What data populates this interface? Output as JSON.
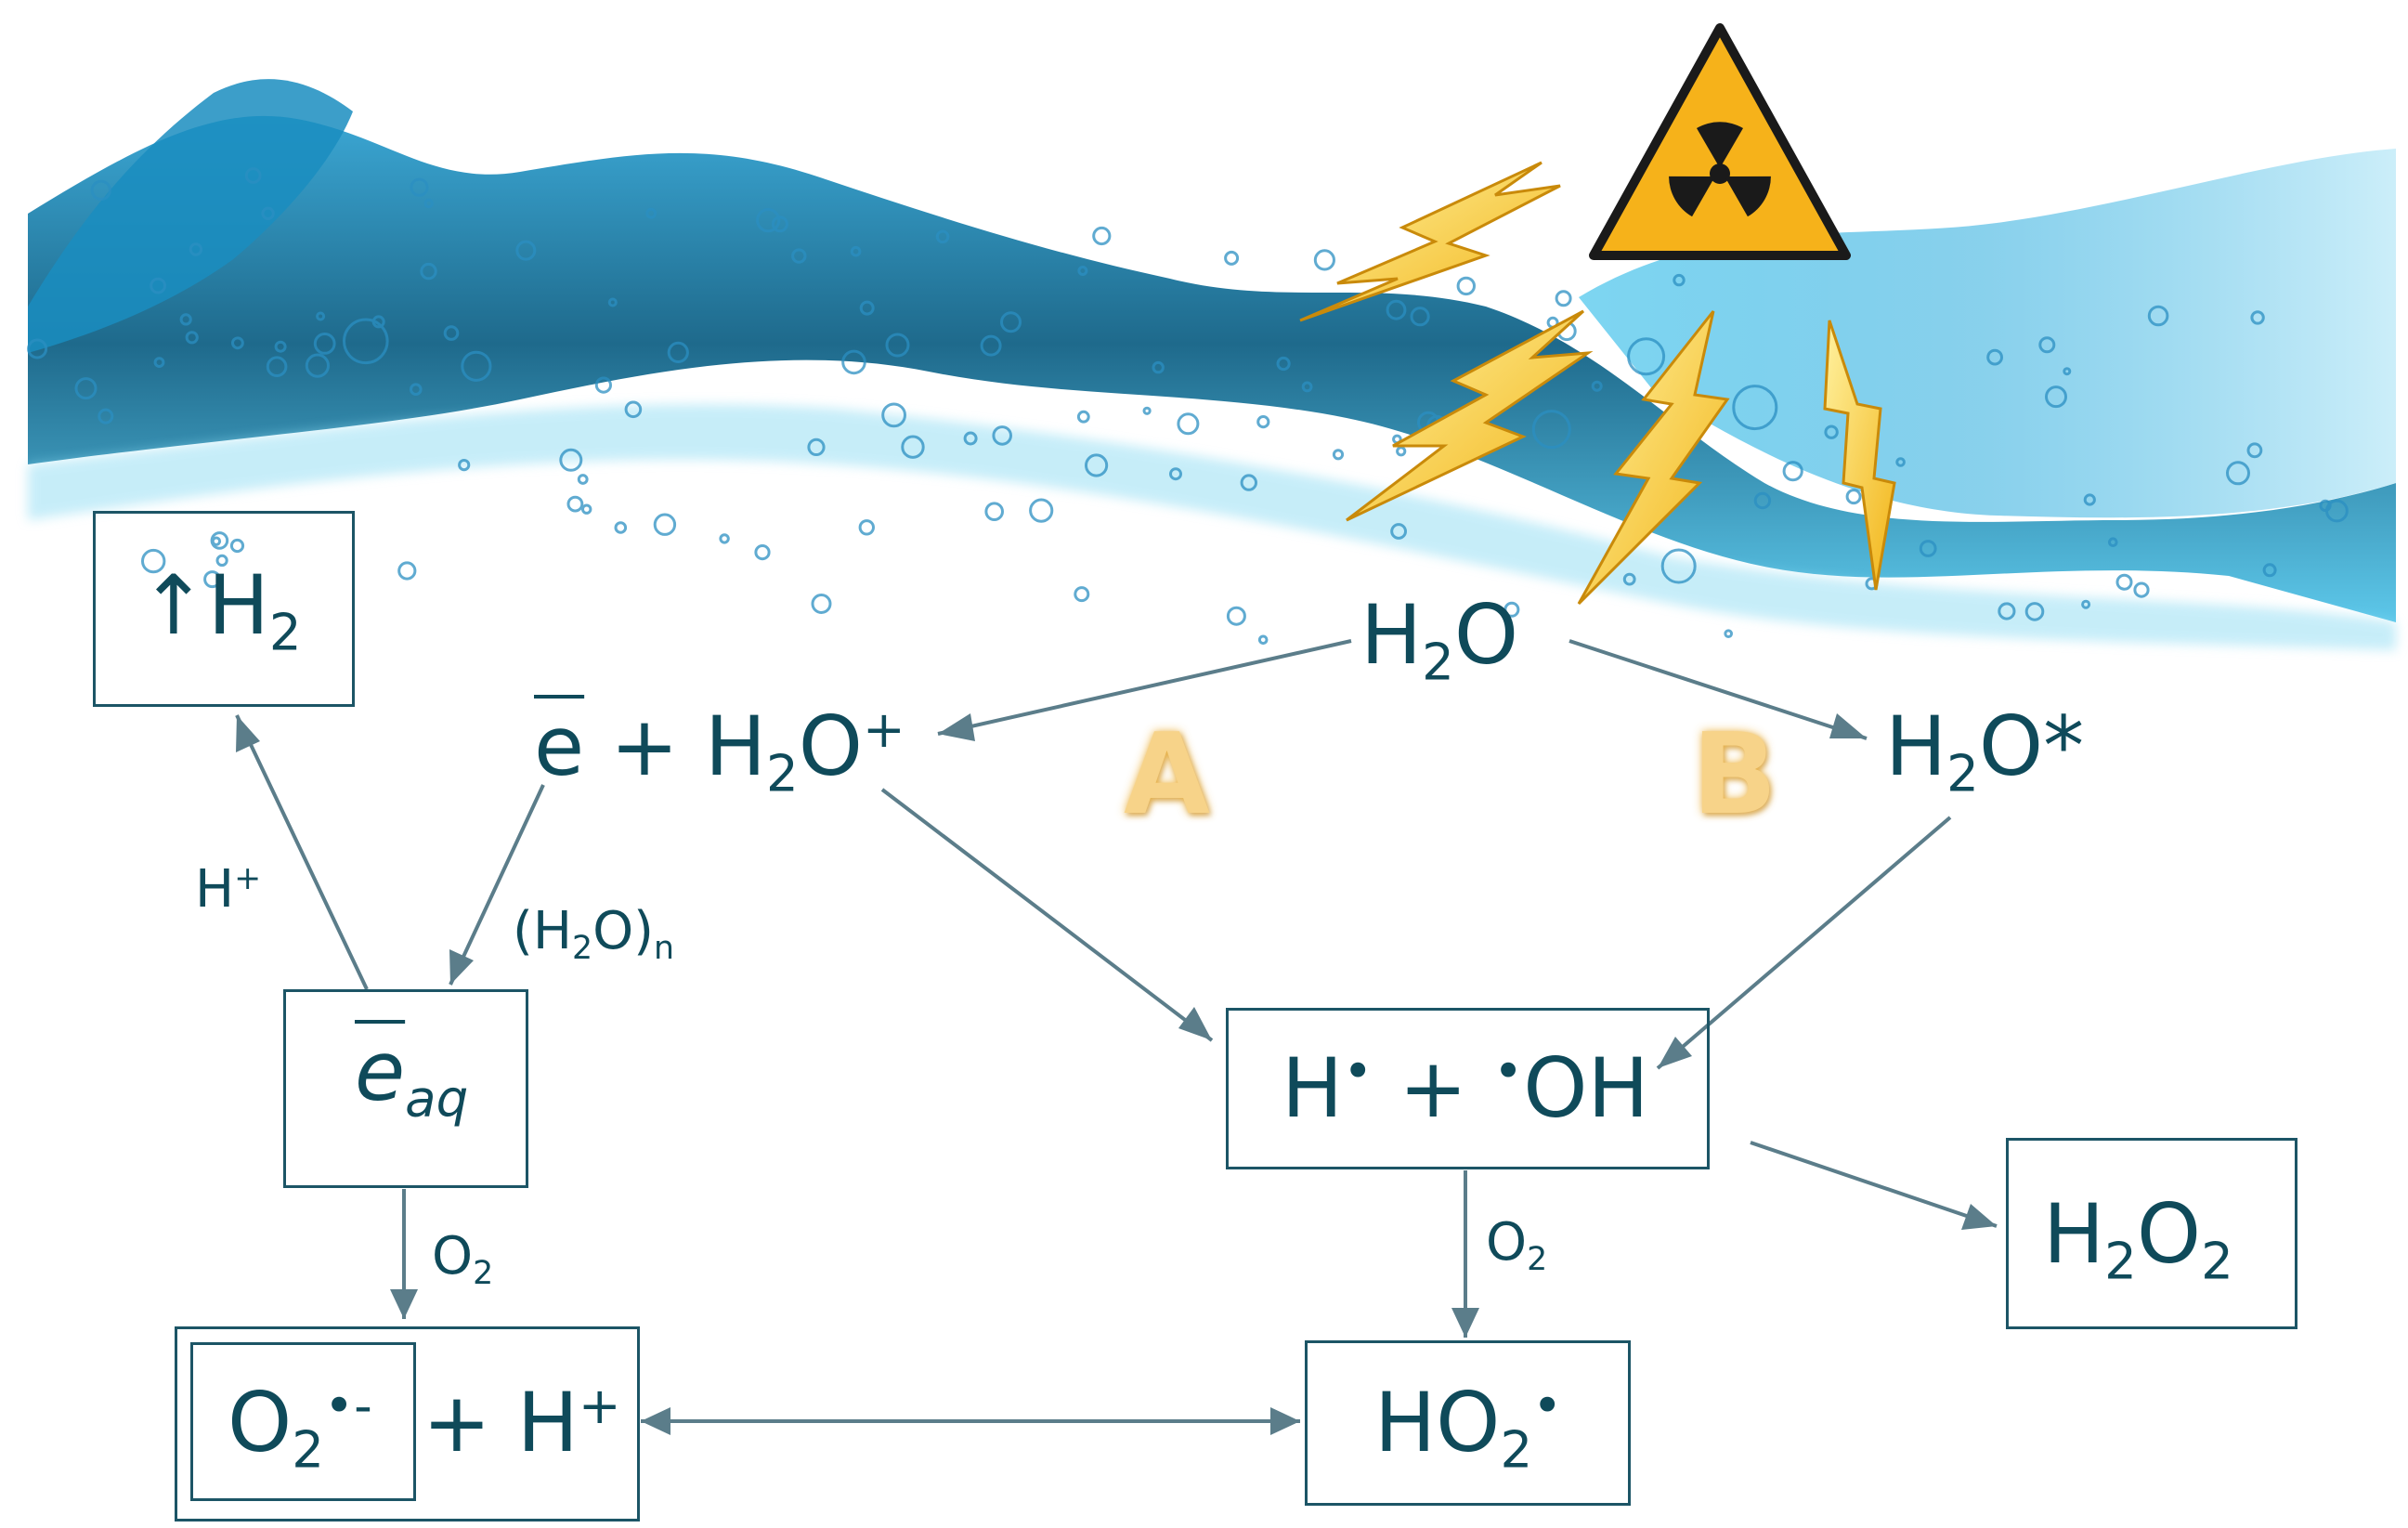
{
  "diagram": {
    "label_a": "A",
    "label_b": "B",
    "water": {
      "sym": "H",
      "sub": "2",
      "tail": "O"
    },
    "ion": {
      "e": "e",
      "plus": " + H",
      "sub": "2",
      "tail": "O",
      "sup": "+"
    },
    "excited": {
      "sym": "H",
      "sub": "2",
      "tail": "O*"
    },
    "h2": {
      "arrow": "↑",
      "sym": "H",
      "sub": "2"
    },
    "eaq": {
      "e": "e",
      "sub": "aq"
    },
    "radicals": {
      "h": "H",
      "dot1": "•",
      "mid": " + ",
      "dot2": "•",
      "oh": "OH"
    },
    "superoxide": {
      "sym": "O",
      "sub": "2",
      "sup": "•-",
      "plus": "+ H",
      "plus_sup": "+"
    },
    "ho2": {
      "sym": "HO",
      "sub": "2",
      "sup": "•"
    },
    "h2o2": {
      "h": "H",
      "sub1": "2",
      "o": "O",
      "sub2": "2"
    },
    "edge_hplus": {
      "sym": "H",
      "sup": "+"
    },
    "edge_water_cluster": {
      "open": "(H",
      "sub1": "2",
      "close": "O)",
      "sub2": "n"
    },
    "edge_o2_left": {
      "sym": "O",
      "sub": "2"
    },
    "edge_o2_right": {
      "sym": "O",
      "sub": "2"
    }
  },
  "colors": {
    "text": "#0f4a5a",
    "arrow": "#5b7d8a",
    "box_border": "#1c5566",
    "water_deep": "#0b5d82",
    "water_light": "#4fc3e8",
    "warning_yellow": "#f6b21a",
    "letter_glow": "#f7d389"
  },
  "icons": [
    "radiation-warning-icon",
    "lightning-bolt-icon"
  ]
}
